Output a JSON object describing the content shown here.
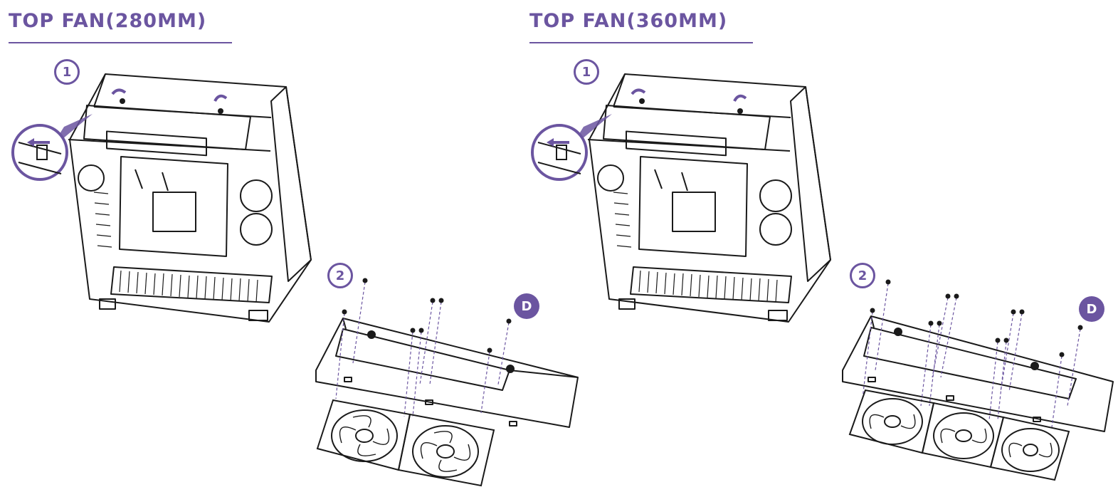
{
  "accent_color": "#6b55a0",
  "line_color": "#1a1a1a",
  "panels": [
    {
      "title": "TOP FAN(280MM)",
      "step_1": "1",
      "step_2": "2",
      "part_label": "D",
      "fan_count": 2
    },
    {
      "title": "TOP FAN(360MM)",
      "step_1": "1",
      "step_2": "2",
      "part_label": "D",
      "fan_count": 3
    }
  ],
  "icons": {
    "case": "pc-case-illustration",
    "zoom": "release-clip-zoom-icon",
    "bracket": "fan-bracket-illustration",
    "fan": "fan-icon",
    "screw": "screw-icon"
  }
}
